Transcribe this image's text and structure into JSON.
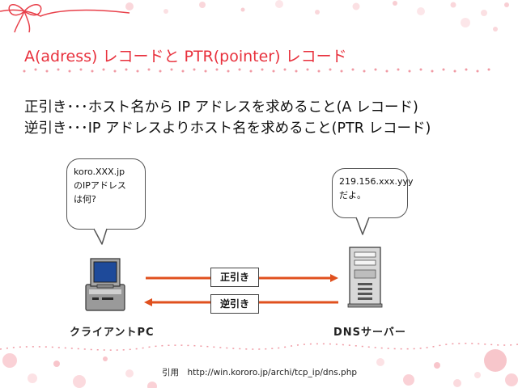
{
  "title": "A(adress) レコードと PTR(pointer) レコード",
  "lines": [
    "正引き･･･ホスト名から IP アドレスを求めること(A レコード)",
    "逆引き･･･IP アドレスよりホスト名を求めること(PTR レコード)"
  ],
  "diagram": {
    "client_bubble": [
      "koro.XXX.jp",
      "のIPアドレス",
      "は何?"
    ],
    "server_bubble": [
      "219.156.xxx.yyy",
      "だよ。"
    ],
    "forward_label": "正引き",
    "reverse_label": "逆引き",
    "client_label": "クライアントPC",
    "server_label": "DNSサーバー",
    "arrow_color": "#e0501e"
  },
  "citation": "引用　http://win.kororo.jp/archi/tcp_ip/dns.php",
  "colors": {
    "title": "#e8303c",
    "ribbon": "#e8404a"
  }
}
